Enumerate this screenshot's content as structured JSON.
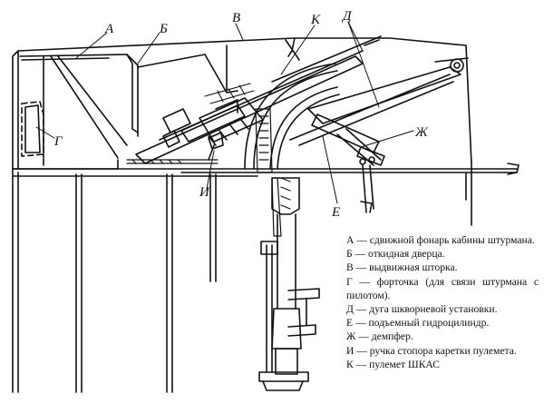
{
  "diagram": {
    "labels": {
      "a": "А",
      "b": "Б",
      "v": "В",
      "k": "К",
      "d": "Д",
      "g": "Г",
      "i": "И",
      "e": "Е",
      "zh": "Ж"
    }
  },
  "legend": {
    "items": [
      "А — сдвижной фонарь кабины штурмана.",
      "Б — откидная дверца.",
      "В — выдвижная шторка.",
      "Г — форточка (для связи штурмана с пилотом).",
      "Д — дуга шкворневой установки.",
      "Е — подъемный гидроцилиндр.",
      "Ж — демпфер.",
      "И — ручка стопора каретки пулемета.",
      "К — пулемет ШКАС"
    ]
  }
}
